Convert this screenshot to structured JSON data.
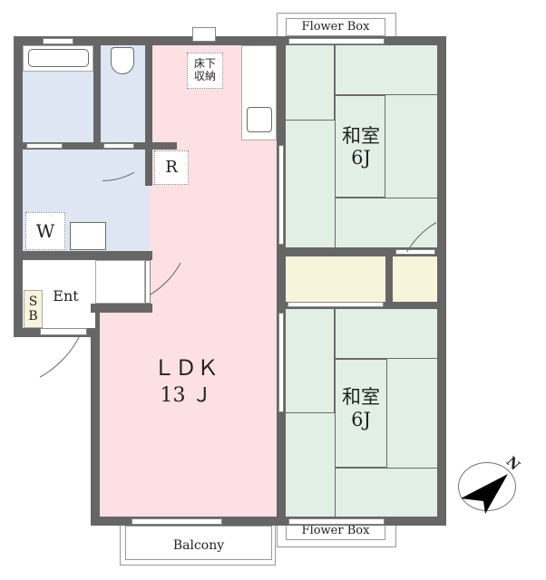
{
  "rooms": {
    "ldk": {
      "name": "ＬＤＫ",
      "size": "13 Ｊ"
    },
    "washitsu_1": {
      "name": "和室",
      "size": "6J"
    },
    "washitsu_2": {
      "name": "和室",
      "size": "6J"
    },
    "entrance": "Ent",
    "shoe_box": "S\nB",
    "washer": "W",
    "refrigerator": "R",
    "underfloor_storage": "床下\n収納"
  },
  "exterior": {
    "flower_box_top": "Flower Box",
    "flower_box_bottom": "Flower Box",
    "balcony": "Balcony"
  },
  "compass": {
    "label": "N"
  },
  "colors": {
    "wall": "#666666",
    "wet_area": "#dfe6f3",
    "ldk": "#fde0e3",
    "tatami": "#e2efe4",
    "closet": "#f7f4dc"
  }
}
